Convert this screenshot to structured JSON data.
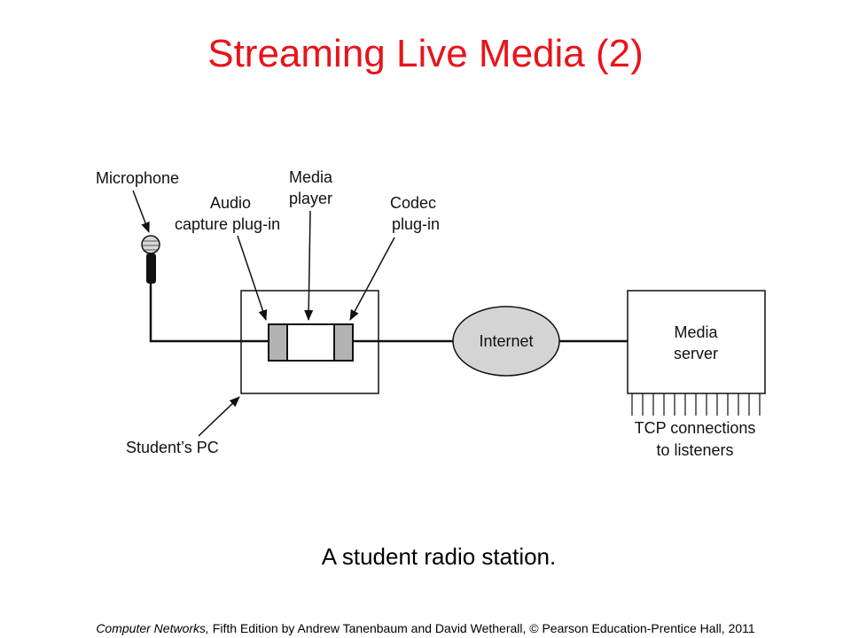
{
  "slide": {
    "title": "Streaming Live Media (2)",
    "caption": "A student radio station.",
    "footer": {
      "book_title": "Computer Networks,",
      "rest": " Fifth Edition by Andrew Tanenbaum and David Wetherall, © Pearson Education-Prentice Hall, 2011"
    }
  },
  "diagram": {
    "labels": {
      "microphone": "Microphone",
      "audio_capture_line1": "Audio",
      "audio_capture_line2": "capture plug-in",
      "media_player_line1": "Media",
      "media_player_line2": "player",
      "codec_line1": "Codec",
      "codec_line2": "plug-in",
      "internet": "Internet",
      "media_server_line1": "Media",
      "media_server_line2": "server",
      "tcp_line1": "TCP connections",
      "tcp_line2": "to listeners",
      "students_pc": "Student’s PC"
    }
  },
  "colors": {
    "title": "#e8141b",
    "line": "#111111",
    "plugin_fill": "#b3b3b3",
    "internet_fill": "#d4d4d4"
  }
}
